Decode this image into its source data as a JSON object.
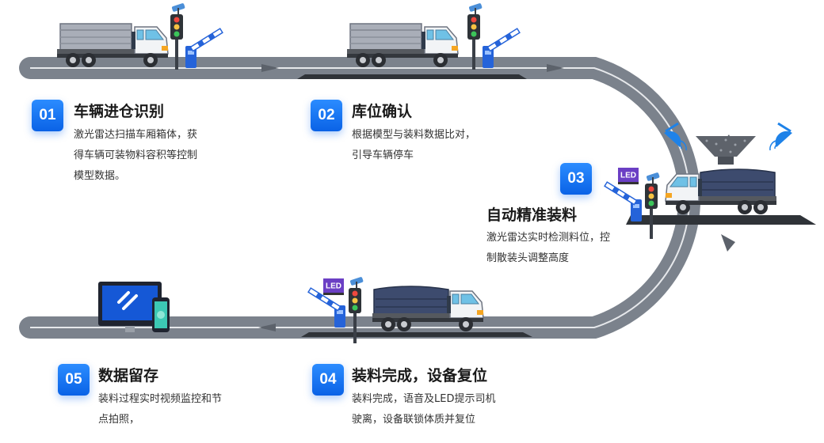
{
  "steps": [
    {
      "num": "01",
      "title": "车辆进仓识别",
      "desc": [
        "激光雷达扫描车厢箱体，获",
        "得车辆可装物料容积等控制",
        "模型数据。"
      ]
    },
    {
      "num": "02",
      "title": "库位确认",
      "desc": [
        "根据模型与装料数据比对，",
        "引导车辆停车"
      ]
    },
    {
      "num": "03",
      "title": "自动精准装料",
      "desc": [
        "激光雷达实时检测料位，控",
        "制散装头调整高度"
      ]
    },
    {
      "num": "04",
      "title": "装料完成，设备复位",
      "desc": [
        "装料完成，语音及LED提示司机",
        "驶离，设备联锁体质并复位"
      ]
    },
    {
      "num": "05",
      "title": "数据留存",
      "desc": [
        "装料过程实时视频监控和节",
        "点拍照，"
      ]
    }
  ],
  "signs": {
    "led_label": "LED"
  },
  "icons": [
    "dump-truck-icon",
    "traffic-light-icon",
    "barrier-gate-icon",
    "cctv-camera-icon",
    "lidar-radar-icon",
    "loading-hopper-icon",
    "monitor-icon",
    "phone-icon",
    "led-sign-icon"
  ],
  "colors": {
    "road": "#7b828c",
    "road_line": "#e6e8eb",
    "badge_blue": "#1677ff",
    "truck_body_gray": "#a9aeb8",
    "truck_body_navy": "#3d4b6e"
  }
}
